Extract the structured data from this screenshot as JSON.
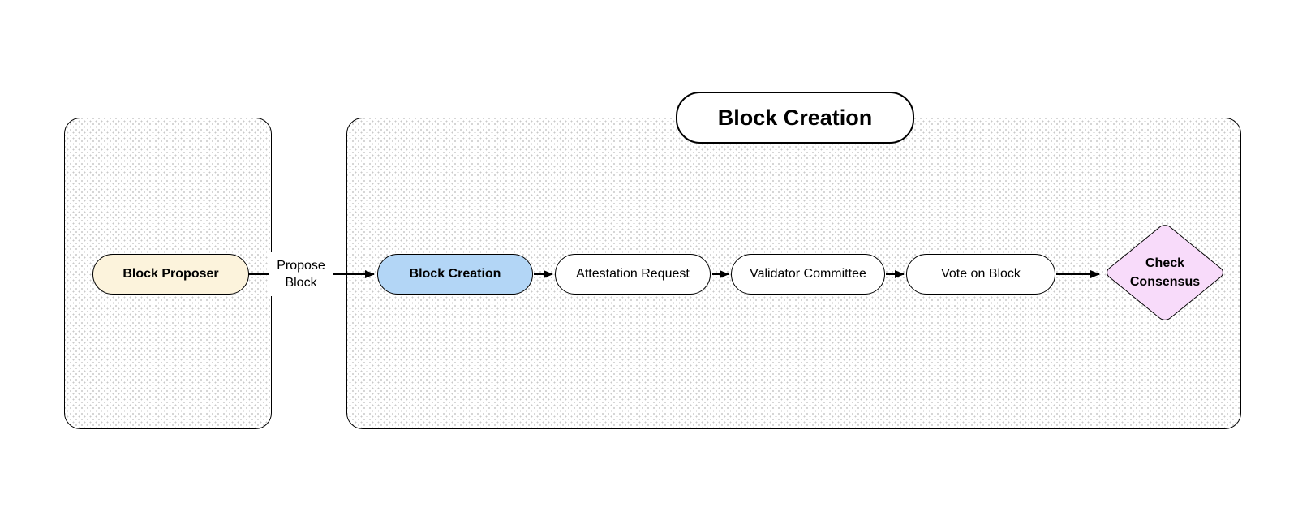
{
  "diagram": {
    "canvas_bg": "#ffffff",
    "pattern_dot_color": "#c9c9c9",
    "border_color": "#000000",
    "groups": {
      "creation_container": {
        "title": "Block Creation"
      }
    },
    "nodes": {
      "block_proposer": {
        "label": "Block Proposer",
        "fill": "#fcf3dc"
      },
      "block_creation": {
        "label": "Block Creation",
        "fill": "#b3d6f6"
      },
      "attestation_request": {
        "label": "Attestation Request",
        "fill": "#ffffff"
      },
      "validator_committee": {
        "label": "Validator Committee",
        "fill": "#ffffff"
      },
      "vote_on_block": {
        "label": "Vote on Block",
        "fill": "#ffffff"
      },
      "check_consensus": {
        "label_line1": "Check",
        "label_line2": "Consensus",
        "fill": "#f8dbfa"
      }
    },
    "edges": {
      "propose_block": {
        "label_line1": "Propose",
        "label_line2": "Block"
      }
    }
  }
}
